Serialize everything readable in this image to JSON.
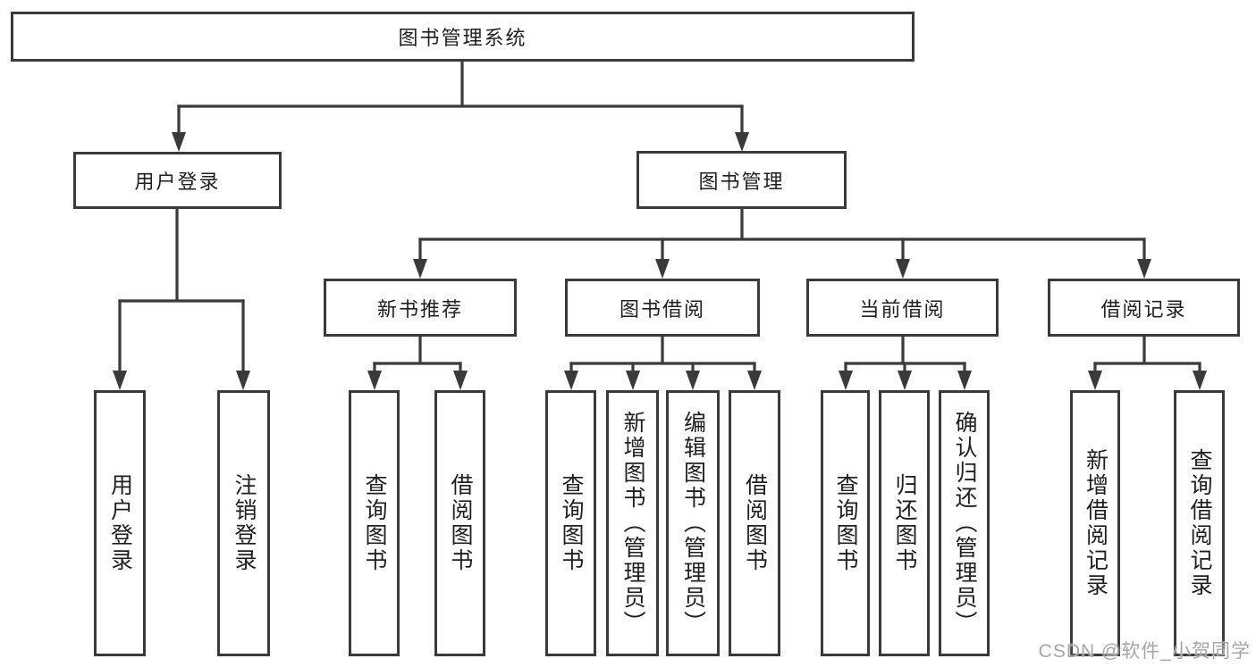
{
  "tree": {
    "root": {
      "label": "图书管理系统"
    },
    "children": [
      {
        "label": "用户登录",
        "children": [
          {
            "label": "用户登录"
          },
          {
            "label": "注销登录"
          }
        ]
      },
      {
        "label": "图书管理",
        "children": [
          {
            "label": "新书推荐",
            "children": [
              {
                "label": "查询图书"
              },
              {
                "label": "借阅图书"
              }
            ]
          },
          {
            "label": "图书借阅",
            "children": [
              {
                "label": "查询图书"
              },
              {
                "label": "新增图书（管理员）"
              },
              {
                "label": "编辑图书（管理员）"
              },
              {
                "label": "借阅图书"
              }
            ]
          },
          {
            "label": "当前借阅",
            "children": [
              {
                "label": "查询图书"
              },
              {
                "label": "归还图书"
              },
              {
                "label": "确认归还（管理员）"
              }
            ]
          },
          {
            "label": "借阅记录",
            "children": [
              {
                "label": "新增借阅记录"
              },
              {
                "label": "查询借阅记录"
              }
            ]
          }
        ]
      }
    ]
  },
  "watermark": "CSDN @软件_小贺同学",
  "colors": {
    "line": "#3a3a3a",
    "box_border": "#3a3a3a",
    "text": "#1f1f1f",
    "background": "#ffffff",
    "watermark": "#a6a6a6"
  }
}
